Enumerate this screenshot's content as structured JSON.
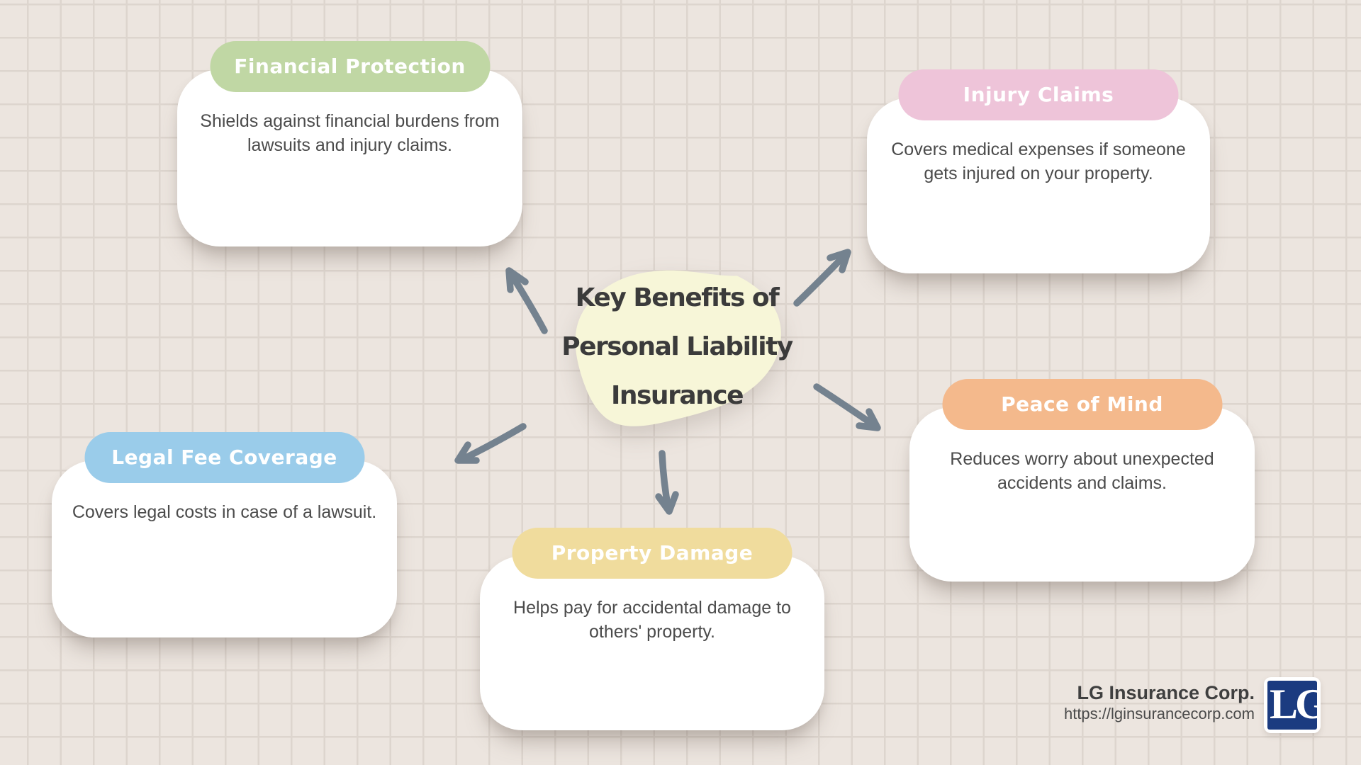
{
  "title": {
    "lines": [
      "Key Benefits of",
      "Personal Liability",
      "Insurance"
    ]
  },
  "cards": [
    {
      "name": "financial-protection",
      "label": "Financial Protection",
      "pill_color": "#c0d7a4",
      "lines": [
        "Shields against financial burdens from",
        "lawsuits and injury claims."
      ]
    },
    {
      "name": "injury-claims",
      "label": "Injury Claims",
      "pill_color": "#eec4d9",
      "lines": [
        "Covers medical expenses if someone",
        "gets injured on your property."
      ]
    },
    {
      "name": "legal-fee-coverage",
      "label": "Legal Fee Coverage",
      "pill_color": "#9accea",
      "lines": [
        "Covers legal costs in case of a lawsuit."
      ]
    },
    {
      "name": "property-damage",
      "label": "Property Damage",
      "pill_color": "#f0dc9d",
      "lines": [
        "Helps pay for accidental damage to",
        "others' property."
      ]
    },
    {
      "name": "peace-of-mind",
      "label": "Peace of Mind",
      "pill_color": "#f4b98c",
      "lines": [
        "Reduces worry about unexpected",
        "accidents and claims."
      ]
    }
  ],
  "footer": {
    "company": "LG Insurance Corp.",
    "url": "https://lginsurancecorp.com",
    "logo_text": "LG",
    "logo_color": "#1b3b80"
  },
  "colors": {
    "background": "#ece5df",
    "grid_line": "#ddd5ce",
    "blob": "#f7f6d8",
    "arrow": "#74828f",
    "title_text": "#3b3b3b",
    "body_text": "#4b4b4b",
    "pill_text": "#ffffff",
    "card": "#ffffff"
  }
}
